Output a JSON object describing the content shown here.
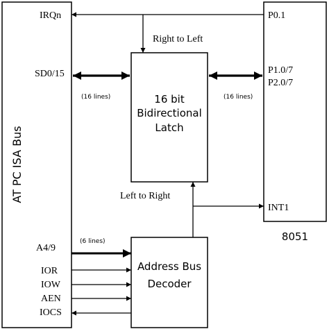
{
  "blocks": {
    "isa_bus": "AT PC ISA Bus",
    "latch_line1": "16 bit",
    "latch_line2": "Bidirectional",
    "latch_line3": "Latch",
    "decoder_line1": "Address Bus",
    "decoder_line2": "Decoder",
    "mcu": "8051"
  },
  "signals": {
    "irq": "IRQn",
    "sd": "SD0/15",
    "a": "A4/9",
    "ior": "IOR",
    "iow": "IOW",
    "aen": "AEN",
    "iocs": "IOCS",
    "p01": "P0.1",
    "p10": "P1.0/7",
    "p20": "P2.0/7",
    "int1": "INT1"
  },
  "annotations": {
    "right_to_left": "Right to Left",
    "left_to_right": "Left to Right",
    "lines16_left": "(16 lines)",
    "lines16_right": "(16 lines)",
    "lines6": "(6 lines)"
  },
  "colors": {
    "ink": "#000000",
    "background": "#ffffff"
  }
}
